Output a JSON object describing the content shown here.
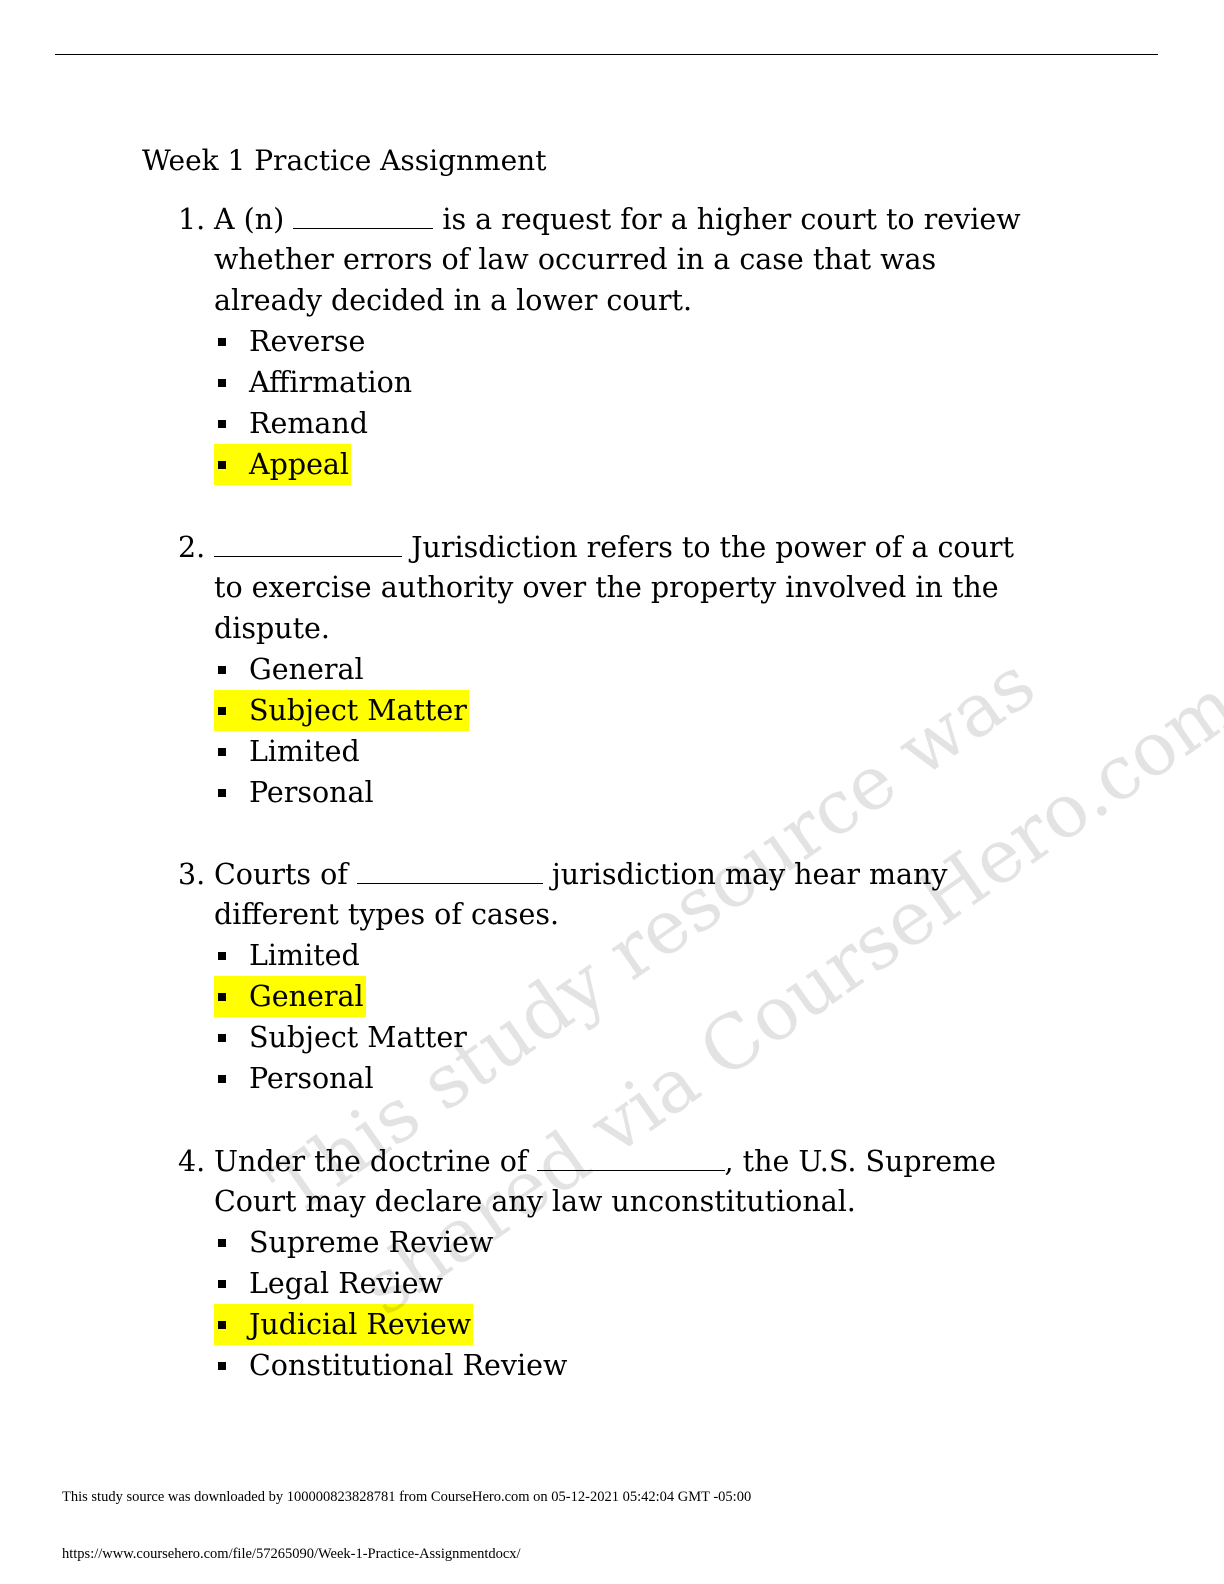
{
  "document": {
    "title": "Week 1 Practice Assignment",
    "questions": [
      {
        "number": "1.",
        "lead": "A (n)",
        "trail": "is a request for a higher court to review",
        "continuation": [
          "whether errors of law occurred in a case that was",
          "already decided in a lower court."
        ],
        "options": [
          {
            "label": "Reverse",
            "highlighted": false
          },
          {
            "label": "Affirmation",
            "highlighted": false
          },
          {
            "label": "Remand",
            "highlighted": false
          },
          {
            "label": "Appeal",
            "highlighted": true
          }
        ]
      },
      {
        "number": "2.",
        "lead": "",
        "trail": "Jurisdiction refers to the power of a court",
        "continuation": [
          "to exercise authority over the property involved in the",
          "dispute."
        ],
        "options": [
          {
            "label": "General",
            "highlighted": false
          },
          {
            "label": "Subject Matter",
            "highlighted": true
          },
          {
            "label": "Limited",
            "highlighted": false
          },
          {
            "label": "Personal",
            "highlighted": false
          }
        ]
      },
      {
        "number": "3.",
        "lead": "Courts of",
        "trail": "jurisdiction may hear many",
        "continuation": [
          "different types of cases."
        ],
        "options": [
          {
            "label": "Limited",
            "highlighted": false
          },
          {
            "label": "General",
            "highlighted": true
          },
          {
            "label": "Subject Matter",
            "highlighted": false
          },
          {
            "label": "Personal",
            "highlighted": false
          }
        ]
      },
      {
        "number": "4.",
        "lead": "Under the doctrine of",
        "trail": ", the U.S. Supreme",
        "continuation": [
          "Court may declare any law unconstitutional."
        ],
        "options": [
          {
            "label": "Supreme Review",
            "highlighted": false
          },
          {
            "label": "Legal Review",
            "highlighted": false
          },
          {
            "label": "Judicial Review",
            "highlighted": true
          },
          {
            "label": "Constitutional Review",
            "highlighted": false
          }
        ]
      }
    ]
  },
  "watermark": {
    "line1": "This study resource was",
    "line2": "shared via CourseHero.com"
  },
  "footer": {
    "download_note": "This study source was downloaded by 100000823828781 from CourseHero.com on 05-12-2021 05:42:04 GMT -05:00",
    "url": "https://www.coursehero.com/file/57265090/Week-1-Practice-Assignmentdocx/"
  },
  "colors": {
    "highlight": "#ffff00",
    "text": "#000000",
    "watermark": "#e3e3e3"
  },
  "icons": {
    "bullet": "square-bullet-icon"
  }
}
